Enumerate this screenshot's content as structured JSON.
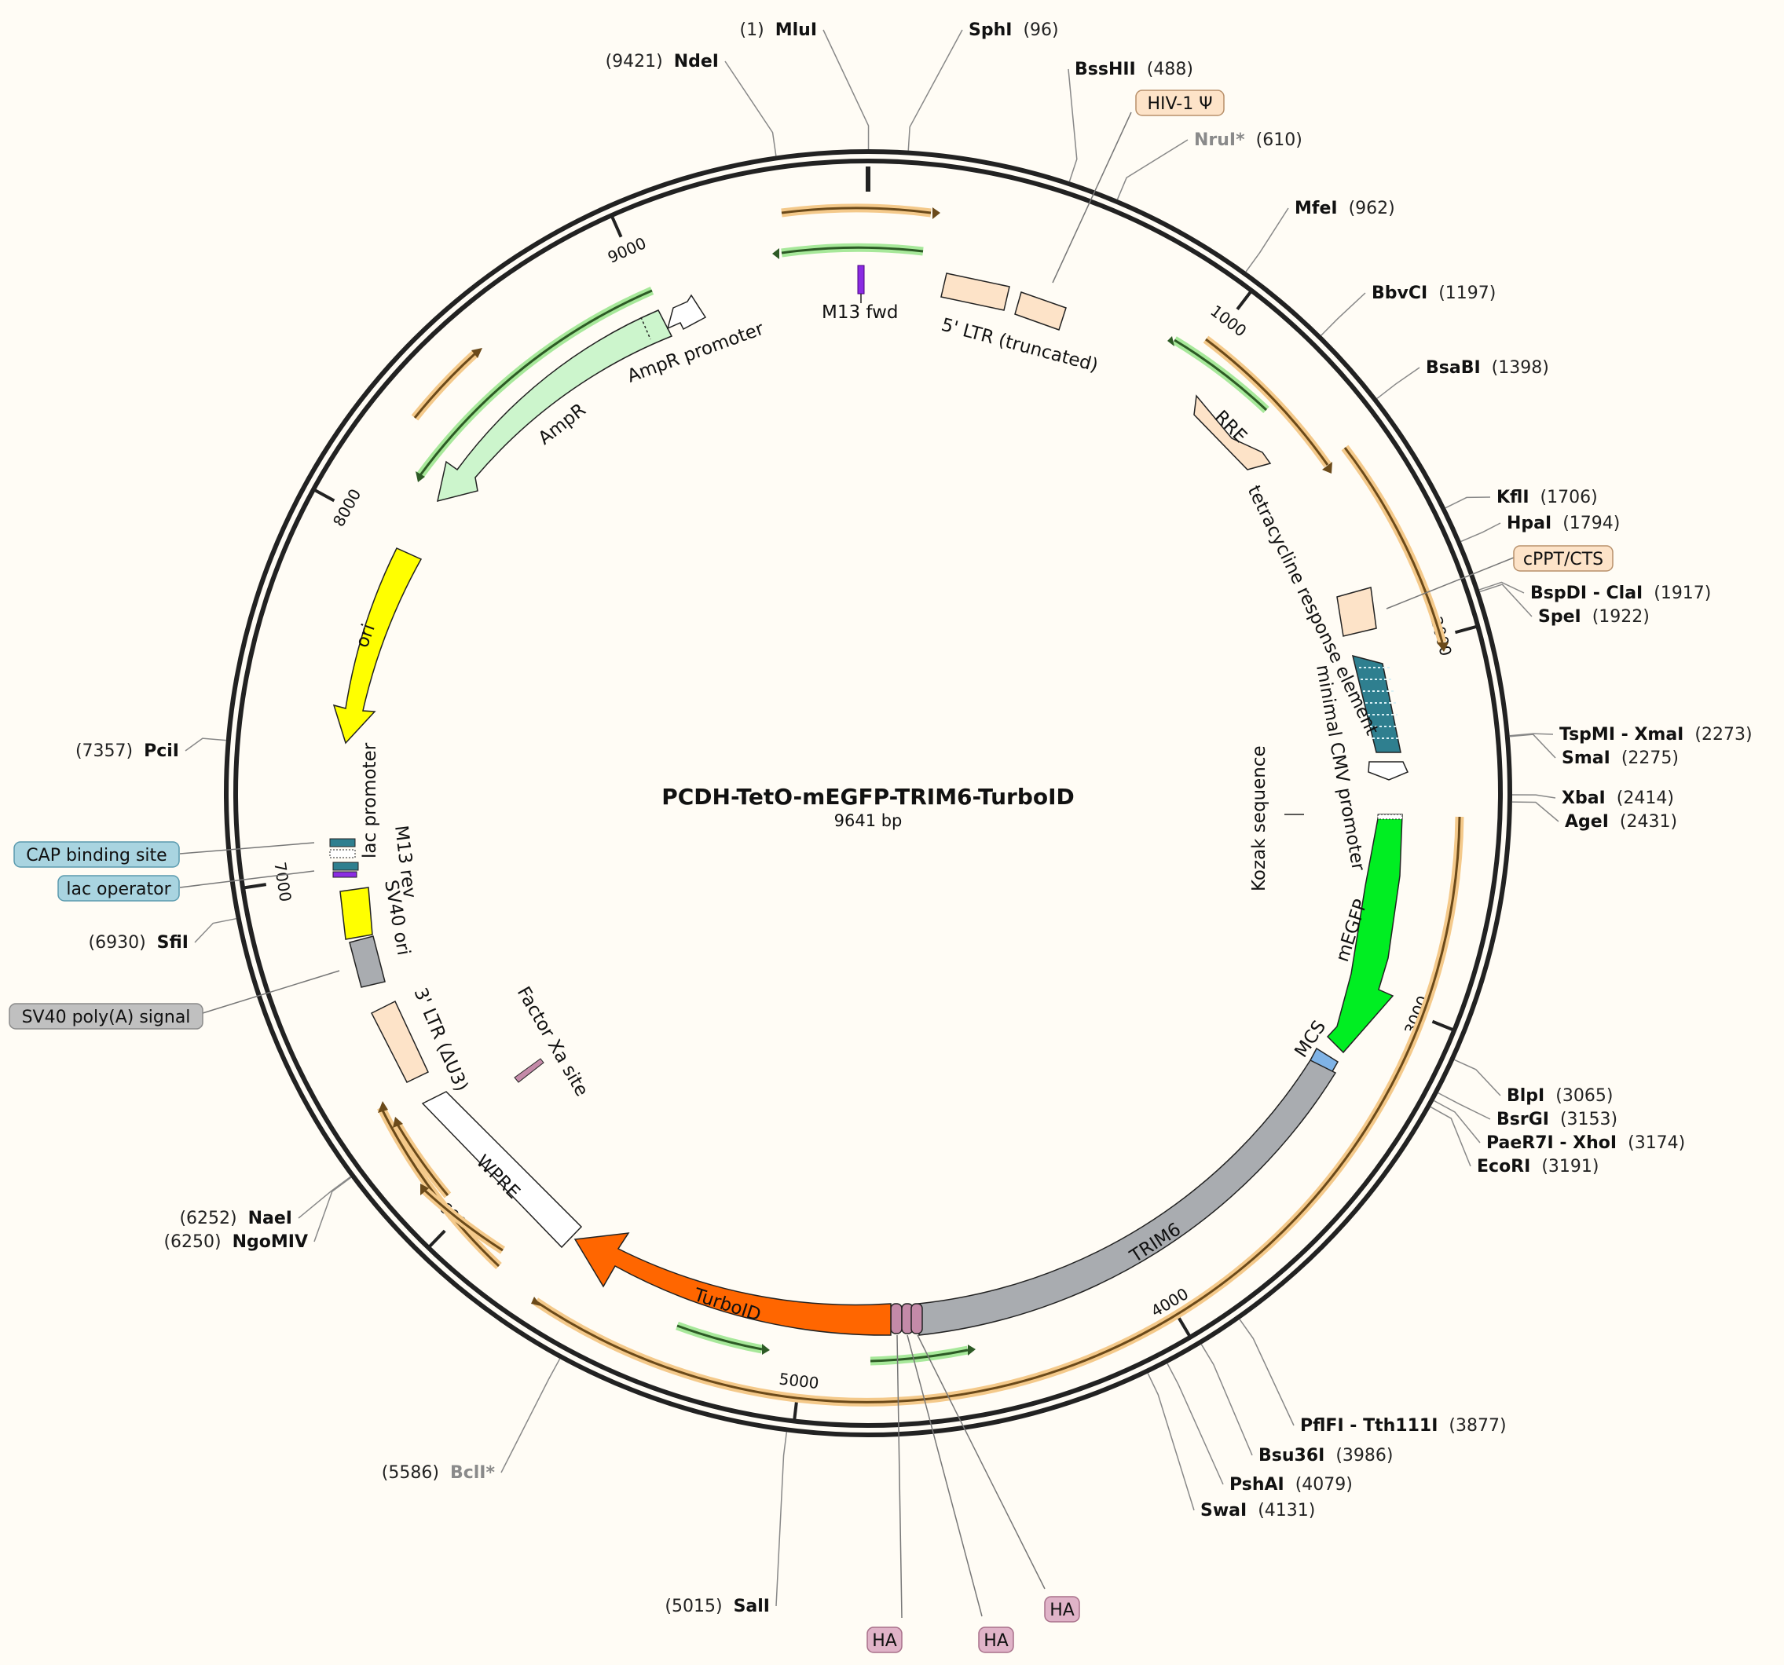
{
  "plasmid": {
    "name": "PCDH-TetO-mEGFP-TRIM6-TurboID",
    "length_label": "9641 bp",
    "length": 9641
  },
  "scale_ticks": [
    {
      "bp": 1000,
      "label": "1000"
    },
    {
      "bp": 2000,
      "label": "2000"
    },
    {
      "bp": 3000,
      "label": "3000"
    },
    {
      "bp": 4000,
      "label": "4000"
    },
    {
      "bp": 5000,
      "label": "5000"
    },
    {
      "bp": 6000,
      "label": "6000"
    },
    {
      "bp": 7000,
      "label": "7000"
    },
    {
      "bp": 8000,
      "label": "8000"
    },
    {
      "bp": 9000,
      "label": "9000"
    }
  ],
  "enzymes": [
    {
      "name": "MluI",
      "pos": "(1)",
      "bp": 1,
      "side": "left",
      "star": false
    },
    {
      "name": "SphI",
      "pos": "(96)",
      "bp": 96,
      "side": "right",
      "star": false
    },
    {
      "name": "BssHII",
      "pos": "(488)",
      "bp": 488,
      "side": "right",
      "star": false
    },
    {
      "name": "NruI*",
      "pos": "(610)",
      "bp": 610,
      "side": "right",
      "star": true
    },
    {
      "name": "MfeI",
      "pos": "(962)",
      "bp": 962,
      "side": "right",
      "star": false
    },
    {
      "name": "BbvCI",
      "pos": "(1197)",
      "bp": 1197,
      "side": "right",
      "star": false
    },
    {
      "name": "BsaBI",
      "pos": "(1398)",
      "bp": 1398,
      "side": "right",
      "star": false
    },
    {
      "name": "KflI",
      "pos": "(1706)",
      "bp": 1706,
      "side": "right",
      "star": false
    },
    {
      "name": "HpaI",
      "pos": "(1794)",
      "bp": 1794,
      "side": "right",
      "star": false
    },
    {
      "name": "BspDI - ClaI",
      "pos": "(1917)",
      "bp": 1917,
      "side": "right",
      "star": false
    },
    {
      "name": "SpeI",
      "pos": "(1922)",
      "bp": 1922,
      "side": "right",
      "star": false
    },
    {
      "name": "TspMI - XmaI",
      "pos": "(2273)",
      "bp": 2273,
      "side": "right",
      "star": false
    },
    {
      "name": "SmaI",
      "pos": "(2275)",
      "bp": 2275,
      "side": "right",
      "star": false
    },
    {
      "name": "XbaI",
      "pos": "(2414)",
      "bp": 2414,
      "side": "right",
      "star": false
    },
    {
      "name": "AgeI",
      "pos": "(2431)",
      "bp": 2431,
      "side": "right",
      "star": false
    },
    {
      "name": "BlpI",
      "pos": "(3065)",
      "bp": 3065,
      "side": "right",
      "star": false
    },
    {
      "name": "BsrGI",
      "pos": "(3153)",
      "bp": 3153,
      "side": "right",
      "star": false
    },
    {
      "name": "PaeR7I - XhoI",
      "pos": "(3174)",
      "bp": 3174,
      "side": "right",
      "star": false
    },
    {
      "name": "EcoRI",
      "pos": "(3191)",
      "bp": 3191,
      "side": "right",
      "star": false
    },
    {
      "name": "PflFI - Tth111I",
      "pos": "(3877)",
      "bp": 3877,
      "side": "right",
      "star": false
    },
    {
      "name": "Bsu36I",
      "pos": "(3986)",
      "bp": 3986,
      "side": "right",
      "star": false
    },
    {
      "name": "PshAI",
      "pos": "(4079)",
      "bp": 4079,
      "side": "right",
      "star": false
    },
    {
      "name": "SwaI",
      "pos": "(4131)",
      "bp": 4131,
      "side": "right",
      "star": false
    },
    {
      "name": "SalI",
      "pos": "(5015)",
      "bp": 5015,
      "side": "left",
      "star": false
    },
    {
      "name": "BclI*",
      "pos": "(5586)",
      "bp": 5586,
      "side": "left",
      "star": true
    },
    {
      "name": "NaeI",
      "pos": "(6252)",
      "bp": 6252,
      "side": "left",
      "star": false
    },
    {
      "name": "NgoMIV",
      "pos": "(6250)",
      "bp": 6250,
      "side": "left",
      "star": false
    },
    {
      "name": "SfiI",
      "pos": "(6930)",
      "bp": 6930,
      "side": "left",
      "star": false
    },
    {
      "name": "PciI",
      "pos": "(7357)",
      "bp": 7357,
      "side": "left",
      "star": false
    },
    {
      "name": "NdeI",
      "pos": "(9421)",
      "bp": 9421,
      "side": "left",
      "star": false
    }
  ],
  "external_features": [
    {
      "label": "HIV-1 Ψ",
      "color": "#fde3c8"
    },
    {
      "label": "cPPT/CTS",
      "color": "#fde3c8"
    },
    {
      "label": "CAP binding site",
      "color": "#a9d4e0"
    },
    {
      "label": "lac operator",
      "color": "#a9d4e0"
    },
    {
      "label": "SV40 poly(A) signal",
      "color": "#c0c0c0"
    },
    {
      "label": "HA",
      "color": "#e0b3c8"
    },
    {
      "label": "HA",
      "color": "#e0b3c8"
    },
    {
      "label": "HA",
      "color": "#e0b3c8"
    }
  ],
  "feature_labels": {
    "m13fwd": "M13 fwd",
    "ltr5": "5' LTR (truncated)",
    "rre": "RRE",
    "tre": "tetracycline response element",
    "mincmv": "minimal CMV promoter",
    "kozak": "Kozak sequence",
    "megfp": "mEGFP",
    "mcs": "MCS",
    "trim6": "TRIM6",
    "turboid": "TurboID",
    "wpre": "WPRE",
    "ltr3": "3' LTR (ΔU3)",
    "factorxa": "Factor Xa site",
    "sv40ori": "SV40 ori",
    "m13rev": "M13 rev",
    "lacpromoter": "lac promoter",
    "ori": "ori",
    "ampr": "AmpR",
    "amprpromoter": "AmpR promoter"
  },
  "colors": {
    "backbone": "#222222",
    "amp": "#ccf5cc",
    "ori": "#ffff00",
    "megfp": "#00ee22",
    "trim6": "#a9acb0",
    "turboid": "#ff6600",
    "ltr": "#fde3c8",
    "tre": "#2f7f8f",
    "primer_green": "#8fe07a",
    "orf_orange": "#f4c98a"
  }
}
